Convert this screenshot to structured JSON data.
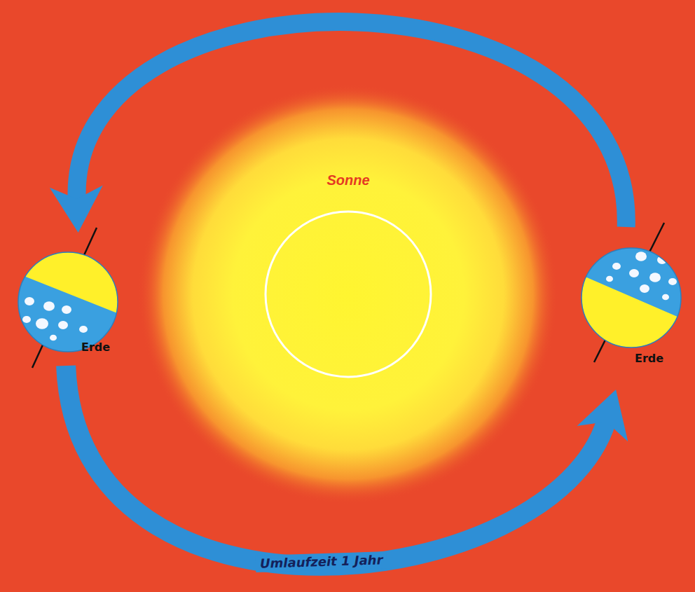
{
  "diagram": {
    "nodes": [
      {
        "text": [
          "Sonne"
        ]
      },
      {
        "text": [
          "Erde"
        ]
      },
      {
        "text": [
          "Erde"
        ]
      }
    ],
    "edges": [
      {
        "from": 2,
        "to": 1,
        "arrow": "to"
      },
      {
        "from": 1,
        "to": 2,
        "arrow": "to",
        "label": "Umlaufzeit 1 Jahr"
      }
    ]
  }
}
